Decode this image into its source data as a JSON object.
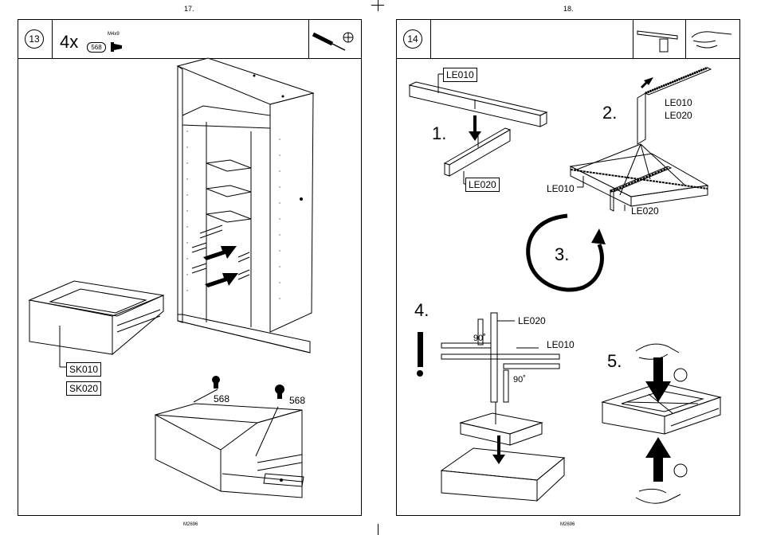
{
  "left_page": {
    "page_number": "17.",
    "footer_code": "M2696",
    "step_number": "13",
    "parts": {
      "quantity": "4x",
      "part_id": "568",
      "part_size": "M4x9"
    },
    "tools": {
      "icon": "screwdriver-icon",
      "icon2": "phillips-head-icon"
    },
    "labels": {
      "drawer_part_1": "SK010",
      "drawer_part_2": "SK020",
      "screw_left": "568",
      "screw_right": "568"
    }
  },
  "right_page": {
    "page_number": "18.",
    "footer_code": "M2696",
    "step_number": "14",
    "tools": {
      "icon": "ruler-icon",
      "icon2": "hand-press-icon"
    },
    "substeps": {
      "s1": "1.",
      "s2": "2.",
      "s3": "3.",
      "s4": "4.",
      "s5": "5."
    },
    "labels": {
      "s1_top": "LE010",
      "s1_bottom": "LE020",
      "s2_top_a": "LE010",
      "s2_top_b": "LE020",
      "s2_left": "LE010",
      "s2_bottom": "LE020",
      "s4_le020": "LE020",
      "s4_le010": "LE010",
      "s4_angle_1": "90˚",
      "s4_angle_2": "90˚",
      "s4_warning": "!"
    }
  },
  "colors": {
    "line": "#000000",
    "arrow_fill": "#000000",
    "background": "#ffffff"
  }
}
